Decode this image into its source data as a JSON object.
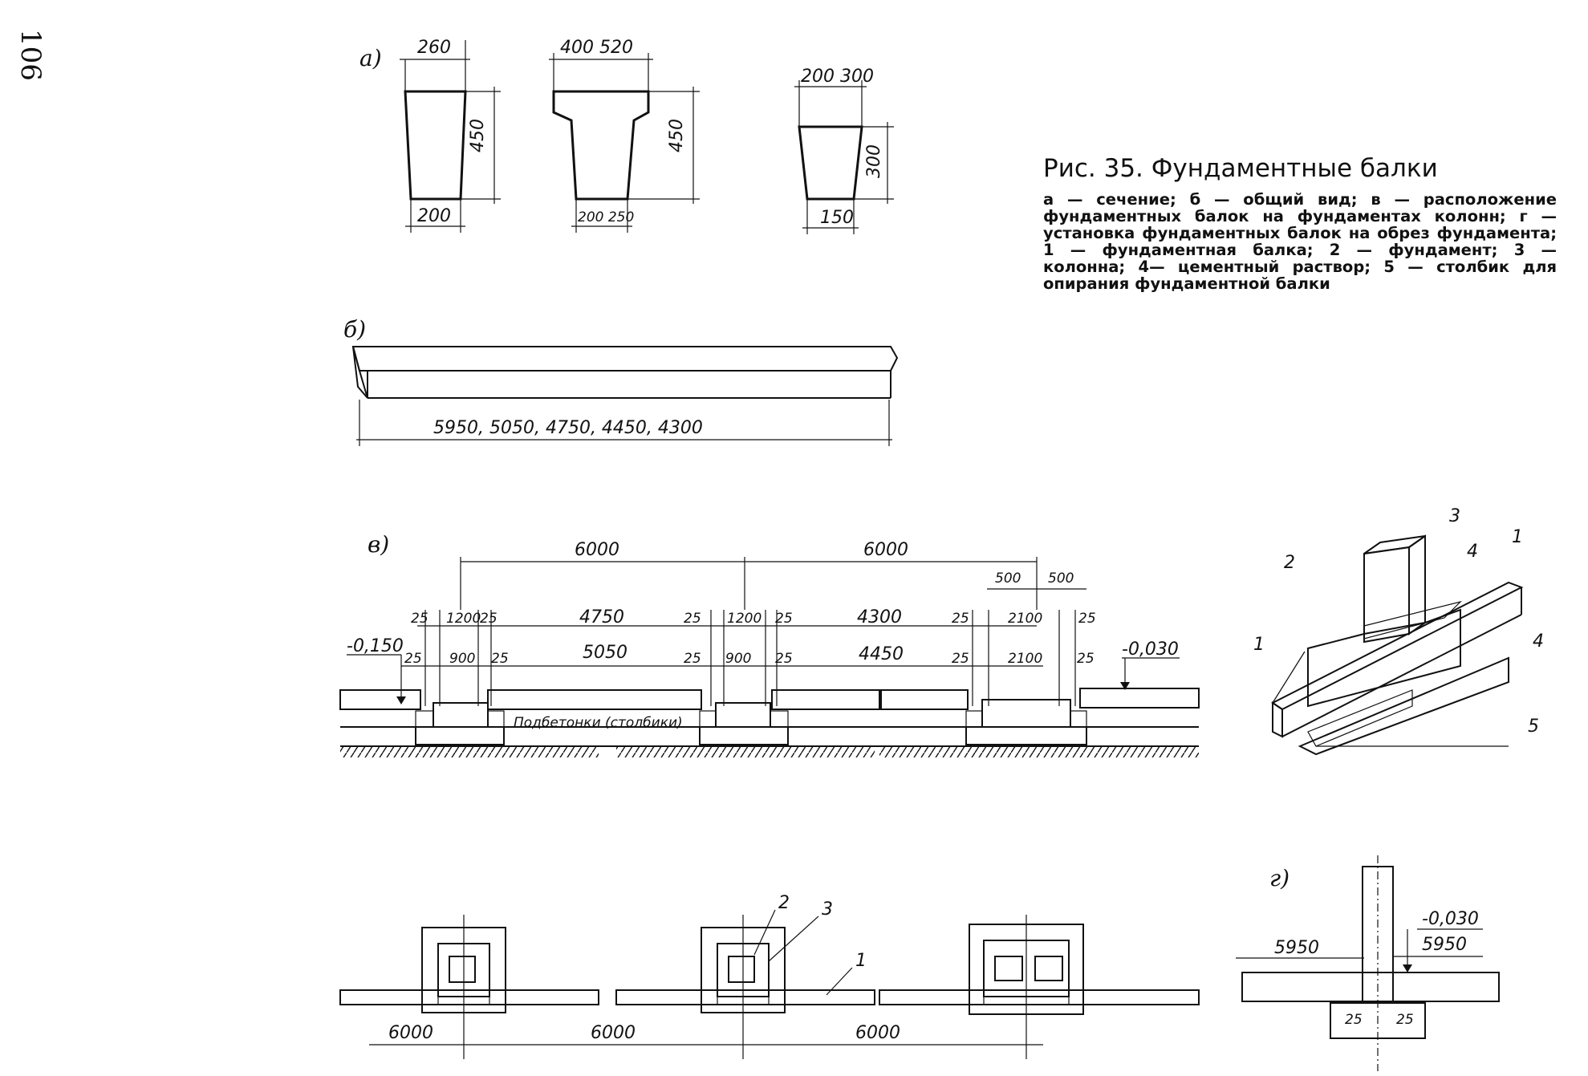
{
  "page_number": "106",
  "caption": {
    "title": "Рис. 35. Фундаментные балки",
    "text": "а — сечение; б — общий вид; в — расположение фундаментных балок на фундаментах колонн; г — установка фундаментных балок на обрез фундамента; 1 — фундаментная балка; 2 — фундамент; 3 — колонна; 4— цементный раствор; 5 — столбик для опирания фундаментной балки"
  },
  "panel_labels": {
    "a": "а)",
    "b": "б)",
    "v": "в)",
    "g": "г)"
  },
  "sections": {
    "s1": {
      "top": "260",
      "bottom": "200",
      "height": "450"
    },
    "s2": {
      "top": "400 520",
      "bottom": "200 250",
      "height": "450"
    },
    "s3": {
      "top": "200 300",
      "bottom": "150",
      "height": "300"
    }
  },
  "beam": {
    "lengths": "5950, 5050, 4750, 4450, 4300"
  },
  "layout": {
    "span_left": "6000",
    "span_right": "6000",
    "dim_500_left": "500",
    "dim_500_right": "500",
    "level_left": "-0,150",
    "level_right": "-0,030",
    "note": "Подбетонки (столбики)",
    "c1": {
      "col": "1200",
      "ped": "900",
      "beam_top": "4750",
      "beam_bottom": "5050"
    },
    "c2": {
      "col": "1200",
      "ped": "900",
      "beam_top": "4300",
      "beam_bottom": "4450"
    },
    "c3": {
      "col": "2100",
      "ped": "2100"
    },
    "gap": "25"
  },
  "plan": {
    "span1": "6000",
    "span2": "6000",
    "span3": "6000"
  },
  "detail_g": {
    "level": "-0,030",
    "left": "5950",
    "right": "5950",
    "gap": "25"
  },
  "iso_callouts": [
    "1",
    "2",
    "3",
    "4",
    "4",
    "5",
    "1"
  ],
  "plan_callouts": [
    "2",
    "3",
    "1"
  ]
}
